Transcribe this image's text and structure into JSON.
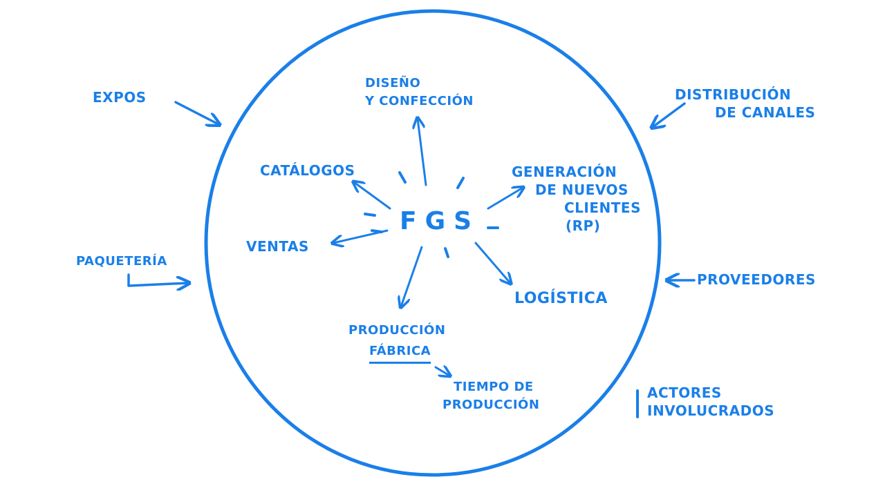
{
  "center": "FGS",
  "inner_nodes": {
    "diseno": [
      "DISEÑO",
      "Y CONFECCIÓN"
    ],
    "catalogos": [
      "CATÁLOGOS"
    ],
    "generacion": [
      "GENERACIÓN",
      "DE NUEVOS",
      "CLIENTES",
      "(RP)"
    ],
    "ventas": [
      "VENTAS"
    ],
    "logistica": [
      "LOGÍSTICA"
    ],
    "produccion": [
      "PRODUCCIÓN",
      "FÁBRICA"
    ]
  },
  "tiempo": [
    "TIEMPO DE",
    "PRODUCCIÓN"
  ],
  "outer_actors": {
    "expos": [
      "EXPOS"
    ],
    "paqueteria": [
      "PAQUETERÍA"
    ],
    "distribucion": [
      "DISTRIBUCIÓN",
      "DE CANALES"
    ],
    "proveedores": [
      "PROVEEDORES"
    ]
  },
  "legend": [
    "ACTORES",
    "INVOLUCRADOS"
  ],
  "ink_color": "#1a7fe8"
}
